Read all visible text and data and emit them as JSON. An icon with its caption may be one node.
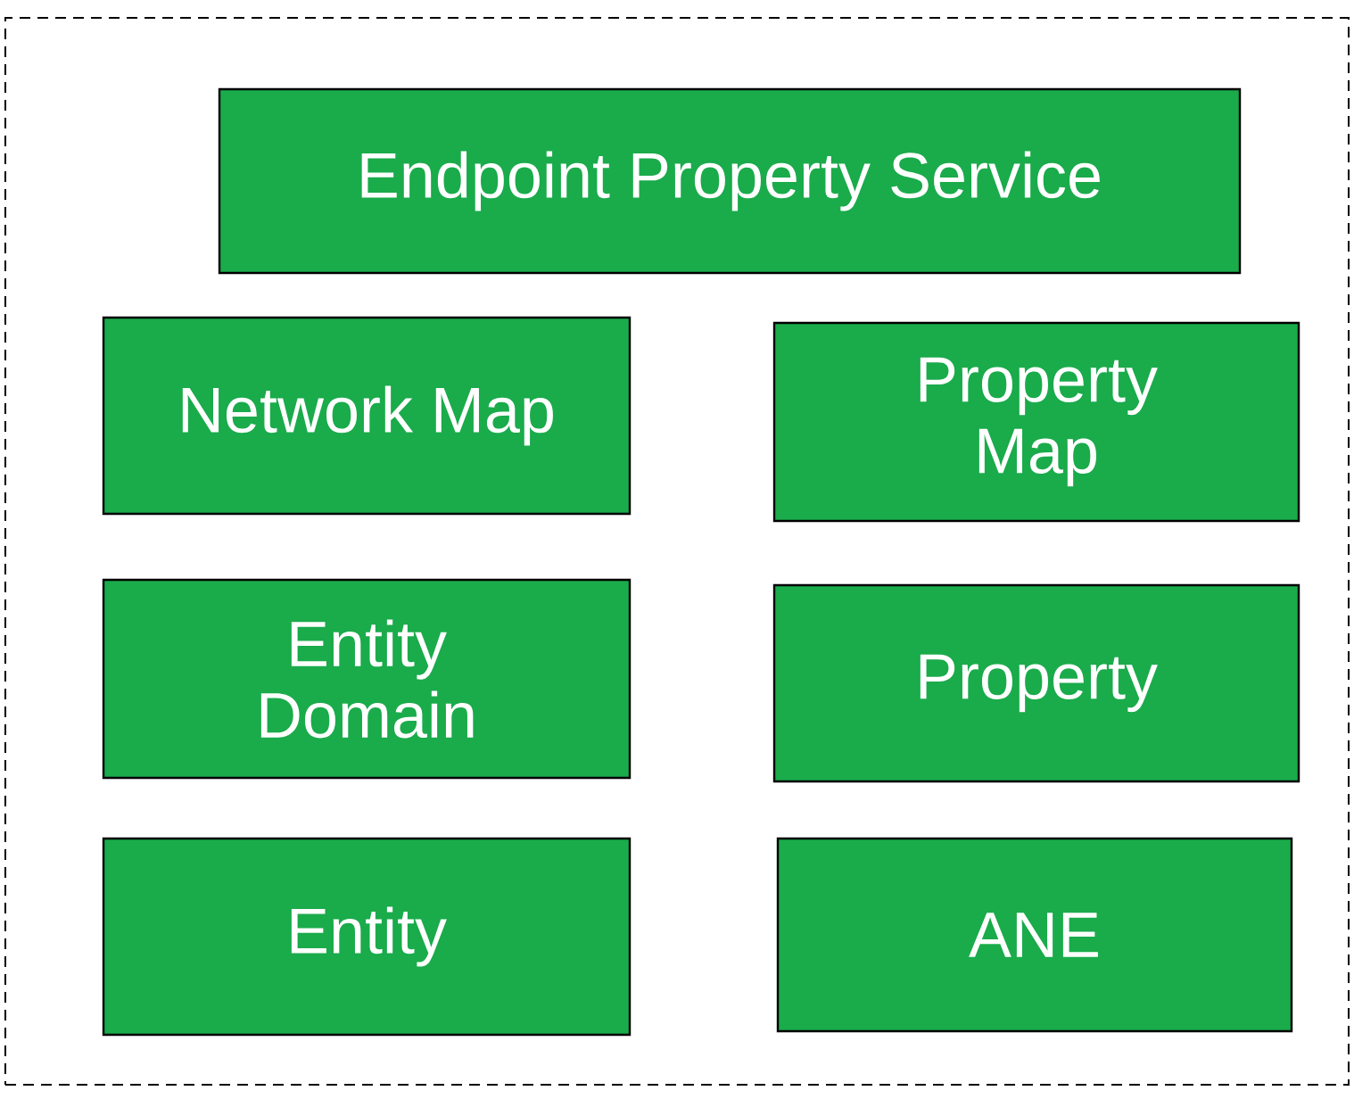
{
  "diagram": {
    "nodes": [
      {
        "text": [],
        "shape": "box"
      },
      {
        "text": [
          "Endpoint Property Service"
        ],
        "in": 0
      },
      {
        "text": [
          "Network Map"
        ],
        "in": 0
      },
      {
        "text": [
          "Property Map"
        ],
        "in": 0
      },
      {
        "text": [
          "Entity Domain"
        ],
        "in": 0
      },
      {
        "text": [
          "Property"
        ],
        "in": 0
      },
      {
        "text": [
          "Entity"
        ],
        "in": 0
      },
      {
        "text": [
          "ANE"
        ],
        "in": 0
      }
    ]
  }
}
